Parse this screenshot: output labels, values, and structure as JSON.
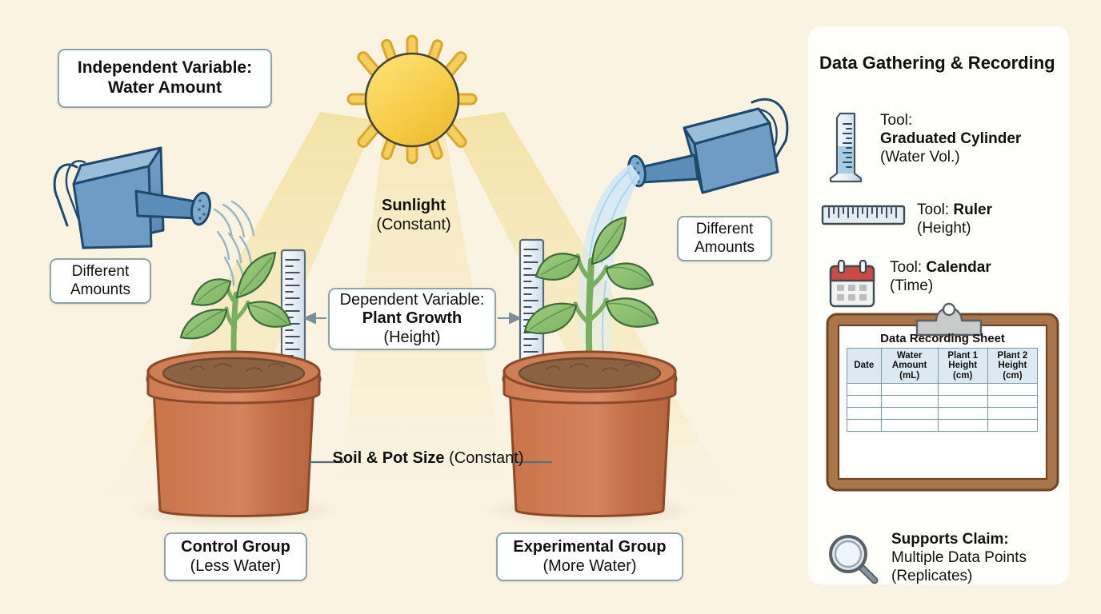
{
  "theme": {
    "background": "#FAF3E2",
    "panel_background": "#FEFEFA",
    "sun_color": "#F7CE4B",
    "sunbeam_color": "#F6E7B0",
    "pot_color": "#C97B54",
    "leaf_color": "#8CC070",
    "can_color": "#6E9CC4",
    "callout_border": "#8FA3A8",
    "text_color": "#111111",
    "calendar_red": "#C94A46",
    "clipboard_brown": "#A9764B"
  },
  "labels": {
    "independent_variable": {
      "line1": "Independent Variable:",
      "line2": "Water Amount"
    },
    "different_amounts_left": {
      "line1": "Different",
      "line2": "Amounts"
    },
    "different_amounts_right": {
      "line1": "Different",
      "line2": "Amounts"
    },
    "dependent_variable": {
      "line1": "Dependent Variable:",
      "line2": "Plant Growth",
      "line3": "(Height)"
    },
    "sunlight": {
      "line1": "Sunlight",
      "line2": "(Constant)"
    },
    "soil_pot_size": {
      "line1": "Soil & Pot Size",
      "line2": "(Constant)"
    },
    "control_group": {
      "line1": "Control Group",
      "line2": "(Less Water)"
    },
    "experimental_group": {
      "line1": "Experimental Group",
      "line2": "(More Water)"
    }
  },
  "panel": {
    "title": "Data Gathering & Recording",
    "tools": [
      {
        "icon": "graduated-cylinder-icon",
        "line1": "Tool:",
        "line2": "Graduated Cylinder",
        "line3": "(Water Vol.)"
      },
      {
        "icon": "ruler-icon",
        "line1_prefix": "Tool: ",
        "line1_bold": "Ruler",
        "line2": "(Height)"
      },
      {
        "icon": "calendar-icon",
        "line1_prefix": "Tool: ",
        "line1_bold": "Calendar",
        "line2": "(Time)"
      }
    ],
    "clipboard": {
      "sheet_title": "Data Recording Sheet",
      "columns": [
        {
          "l1": "Date",
          "l2": "",
          "l3": ""
        },
        {
          "l1": "Water",
          "l2": "Amount",
          "l3": "(mL)"
        },
        {
          "l1": "Plant 1",
          "l2": "Height",
          "l3": "(cm)"
        },
        {
          "l1": "Plant 2",
          "l2": "Height",
          "l3": "(cm)"
        }
      ],
      "rows": [
        [
          "",
          "",
          "",
          ""
        ],
        [
          "",
          "",
          "",
          ""
        ],
        [
          "",
          "",
          "",
          ""
        ],
        [
          "",
          "",
          "",
          ""
        ]
      ]
    },
    "claim": {
      "icon": "magnifier-icon",
      "line1": "Supports Claim:",
      "line2": "Multiple Data Points",
      "line3": "(Replicates)"
    }
  },
  "scene": {
    "sun": {
      "name": "sun-icon",
      "rays": 12
    },
    "left_setup": {
      "name": "control-plant-setup",
      "watering_can": "watering-can-light",
      "ruler": "measuring-ruler",
      "plant": "small-plant",
      "pot": "terracotta-pot"
    },
    "right_setup": {
      "name": "experimental-plant-setup",
      "watering_can": "watering-can-heavy",
      "ruler": "measuring-ruler",
      "plant": "large-plant",
      "pot": "terracotta-pot"
    }
  }
}
